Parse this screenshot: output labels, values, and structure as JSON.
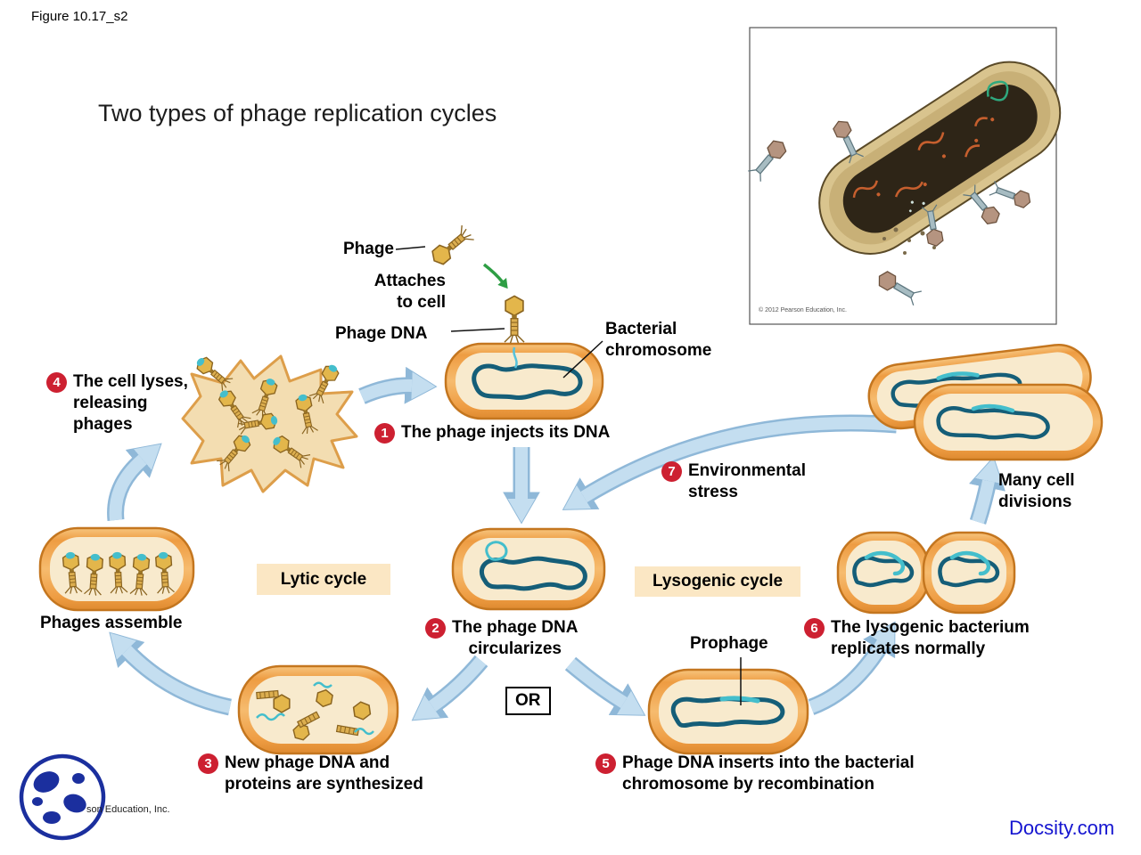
{
  "figure_label": "Figure 10.17_s2",
  "title": "Two types of phage replication cycles",
  "callouts": {
    "phage": "Phage",
    "attaches_line1": "Attaches",
    "attaches_line2": "to cell",
    "phage_dna": "Phage DNA",
    "bacterial_chromosome_line1": "Bacterial",
    "bacterial_chromosome_line2": "chromosome",
    "phages_assemble": "Phages assemble",
    "prophage": "Prophage",
    "many_divisions_line1": "Many cell",
    "many_divisions_line2": "divisions",
    "or": "OR"
  },
  "cycles": {
    "lytic": "Lytic cycle",
    "lysogenic": "Lysogenic cycle"
  },
  "steps": {
    "s1": {
      "num": "1",
      "text": "The phage injects its DNA"
    },
    "s2": {
      "num": "2",
      "line1": "The phage DNA",
      "line2": "circularizes"
    },
    "s3": {
      "num": "3",
      "line1": "New phage DNA and",
      "line2": "proteins are synthesized"
    },
    "s4": {
      "num": "4",
      "line1": "The cell lyses,",
      "line2": "releasing",
      "line3": "phages"
    },
    "s5": {
      "num": "5",
      "line1": "Phage DNA inserts into the bacterial",
      "line2": "chromosome by recombination"
    },
    "s6": {
      "num": "6",
      "line1": "The lysogenic bacterium",
      "line2": "replicates normally"
    },
    "s7": {
      "num": "7",
      "line1": "Environmental",
      "line2": "stress"
    }
  },
  "inset": {
    "credit": "© 2012 Pearson Education, Inc."
  },
  "footer": {
    "pearson_fragment": "son Education, Inc.",
    "docsity": "Docsity.com"
  },
  "colors": {
    "step_badge": "#CD2031",
    "arrow_fill": "#C4DEF0",
    "arrow_edge": "#8FB8D8",
    "cycle_box_bg": "#FBE7C4",
    "cell_outline": "#C4761F",
    "cell_body": "#F0A14B",
    "cell_interior": "#F8EACD",
    "chromosome": "#155E78",
    "prophage_dna": "#44BECC",
    "green_arrow": "#2E9E44",
    "docsity_blue": "#1414D0",
    "logo_blue": "#1B2F9E"
  }
}
